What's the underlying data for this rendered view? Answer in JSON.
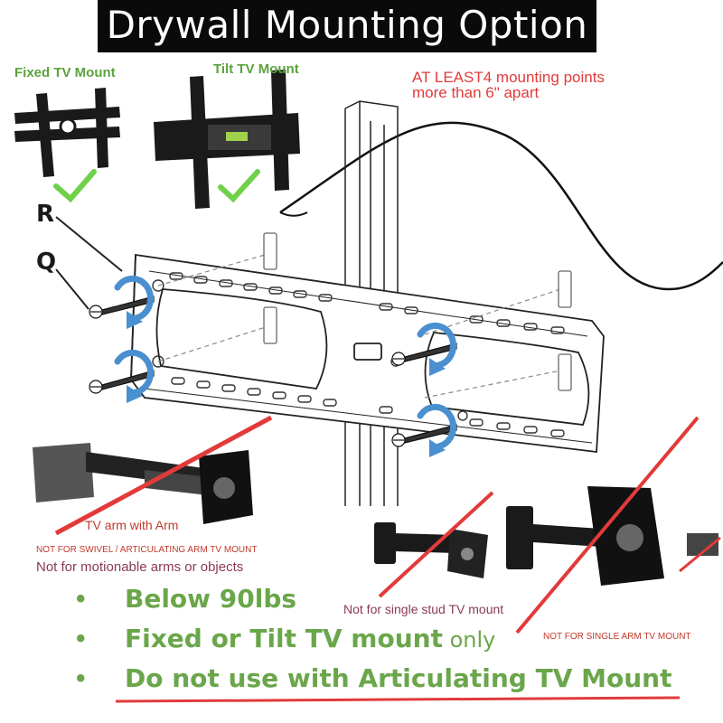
{
  "title": "Drywall Mounting Option",
  "fixed_mount_label": "Fixed TV Mount",
  "tilt_mount_label": "Tilt TV Mount",
  "mounting_points_line1": "AT LEAST4 mounting points",
  "mounting_points_line2": "more than 6\" apart",
  "label_r": "R",
  "label_q": "Q",
  "arm_label": "TV arm with Arm",
  "not_swivel": "NOT FOR SWIVEL / ARTICULATING ARM TV MOUNT",
  "not_motionable": "Not for motionable arms or objects",
  "not_single_stud": "Not for single stud TV mount",
  "not_single_arm": "NOT FOR SINGLE ARM TV MOUNT",
  "bullets": {
    "b1": "Below  90lbs",
    "b2_main": "Fixed or Tilt TV mount",
    "b2_suffix": " only",
    "b3": "Do not use with Articulating TV Mount",
    "mark": "•"
  },
  "colors": {
    "green": "#6aa64a",
    "red": "#e23a3a",
    "check": "#6fd04a",
    "arrow": "#4a8fcf"
  }
}
